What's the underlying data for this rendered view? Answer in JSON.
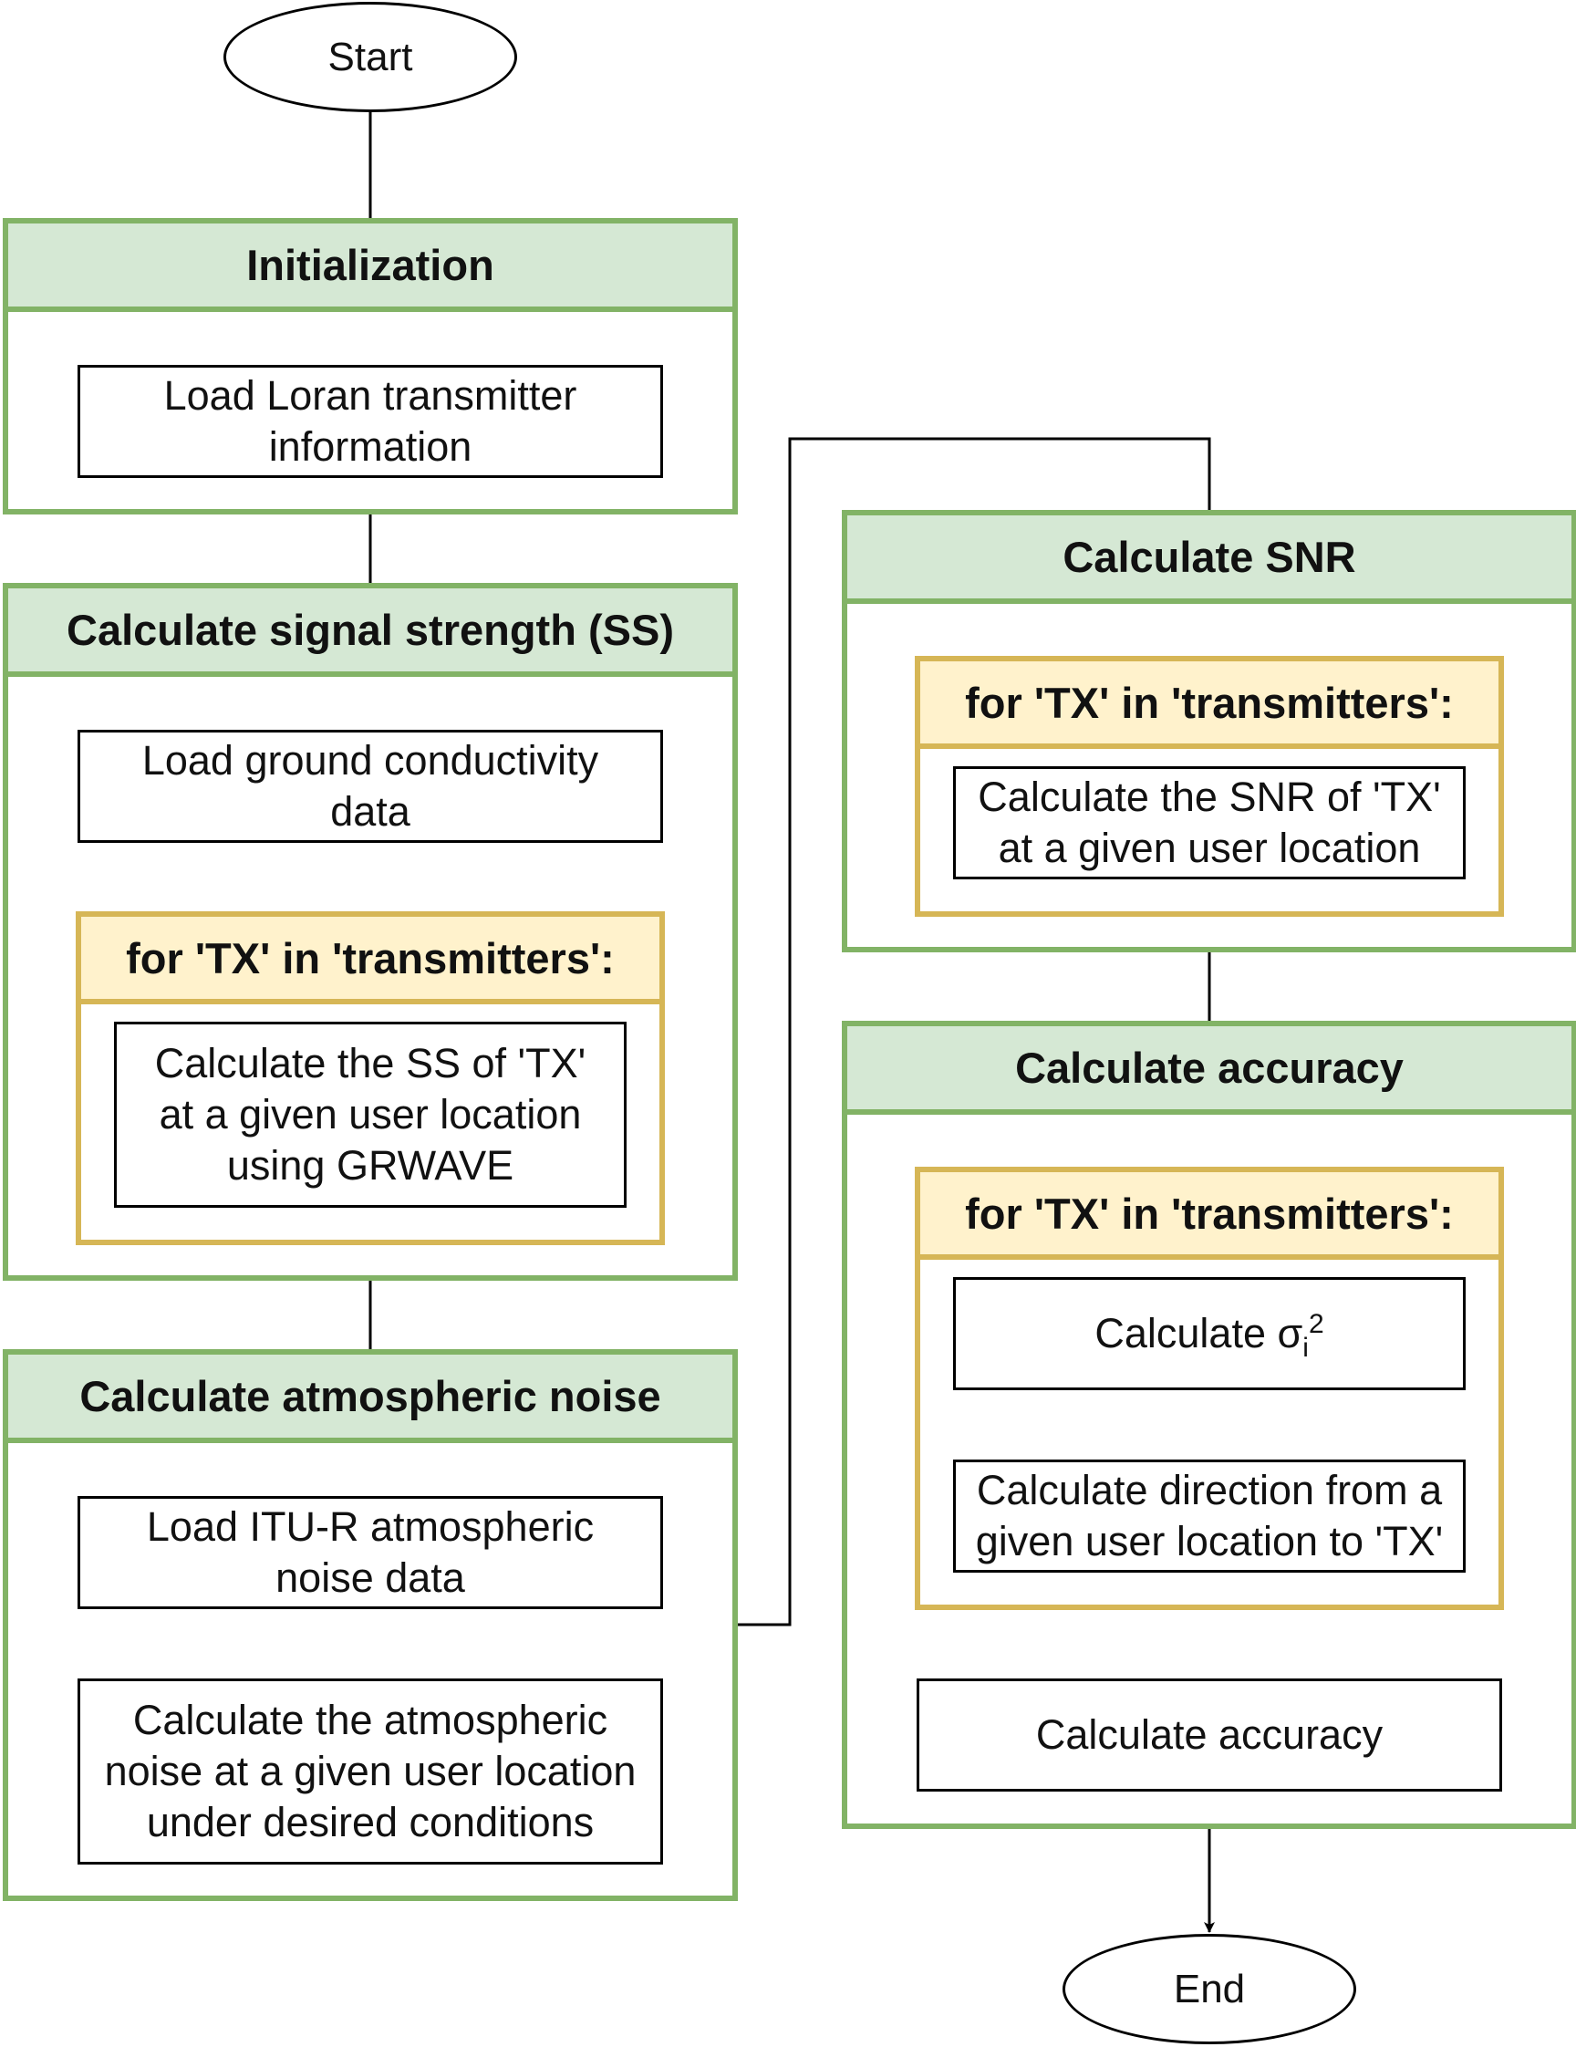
{
  "start": "Start",
  "end": "End",
  "initialization": {
    "title": "Initialization",
    "step1": [
      "Load Loran transmitter",
      "information"
    ]
  },
  "signal_strength": {
    "title": "Calculate signal strength (SS)",
    "step1": [
      "Load ground conductivity",
      "data"
    ],
    "loop_title": "for 'TX' in 'transmitters':",
    "loop_step": [
      "Calculate the SS of 'TX'",
      "at a given user location",
      "using GRWAVE"
    ]
  },
  "atmospheric_noise": {
    "title": "Calculate atmospheric noise",
    "step1": [
      "Load ITU-R atmospheric",
      "noise data"
    ],
    "step2": [
      "Calculate the atmospheric",
      "noise at a given user location",
      "under desired conditions"
    ]
  },
  "snr": {
    "title": "Calculate SNR",
    "loop_title": "for 'TX' in 'transmitters':",
    "loop_step": [
      "Calculate the SNR of 'TX'",
      "at a given user location"
    ]
  },
  "accuracy": {
    "title": "Calculate accuracy",
    "loop_title": "for 'TX' in 'transmitters':",
    "sigma": {
      "prefix": "Calculate σ",
      "sub": "i",
      "sup": "2"
    },
    "direction": [
      "Calculate direction from a",
      "given user location to 'TX'"
    ],
    "final_step": "Calculate accuracy"
  }
}
